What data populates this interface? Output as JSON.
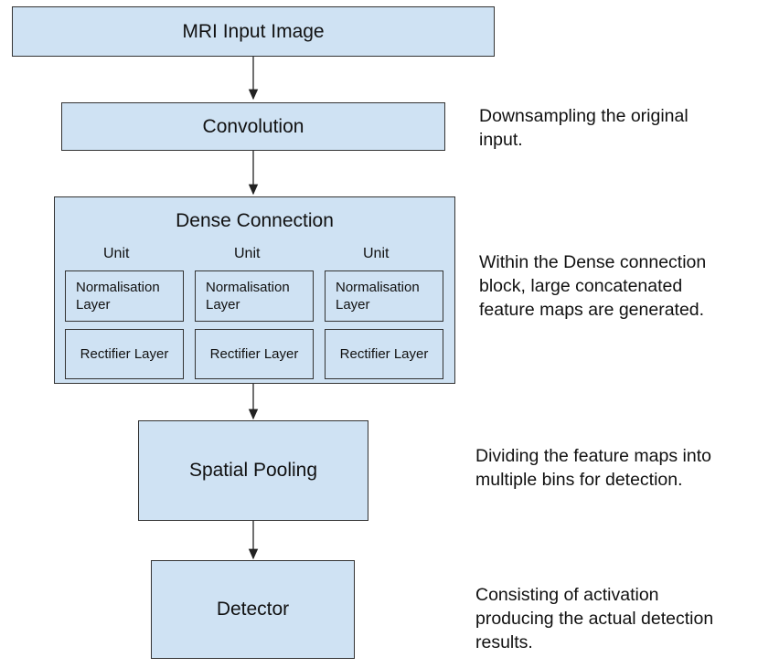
{
  "blocks": {
    "input": "MRI Input Image",
    "convolution": "Convolution",
    "dense": {
      "title": "Dense Connection",
      "units": [
        {
          "label": "Unit",
          "norm": [
            "Normalisation",
            "Layer"
          ],
          "rect": "Rectifier Layer"
        },
        {
          "label": "Unit",
          "norm": [
            "Normalisation",
            "Layer"
          ],
          "rect": "Rectifier Layer"
        },
        {
          "label": "Unit",
          "norm": [
            "Normalisation",
            "Layer"
          ],
          "rect": "Rectifier Layer"
        }
      ]
    },
    "pooling": "Spatial Pooling",
    "detector": "Detector"
  },
  "descriptions": {
    "convolution": [
      "Downsampling the original",
      "input."
    ],
    "dense": [
      "Within the Dense connection",
      "block, large concatenated",
      "feature maps are generated."
    ],
    "pooling": [
      "Dividing the feature maps into",
      "multiple bins for detection."
    ],
    "detector": [
      "Consisting of activation",
      "producing the actual detection",
      "results."
    ]
  },
  "colors": {
    "box_fill": "#cfe2f3",
    "border": "#333333"
  }
}
